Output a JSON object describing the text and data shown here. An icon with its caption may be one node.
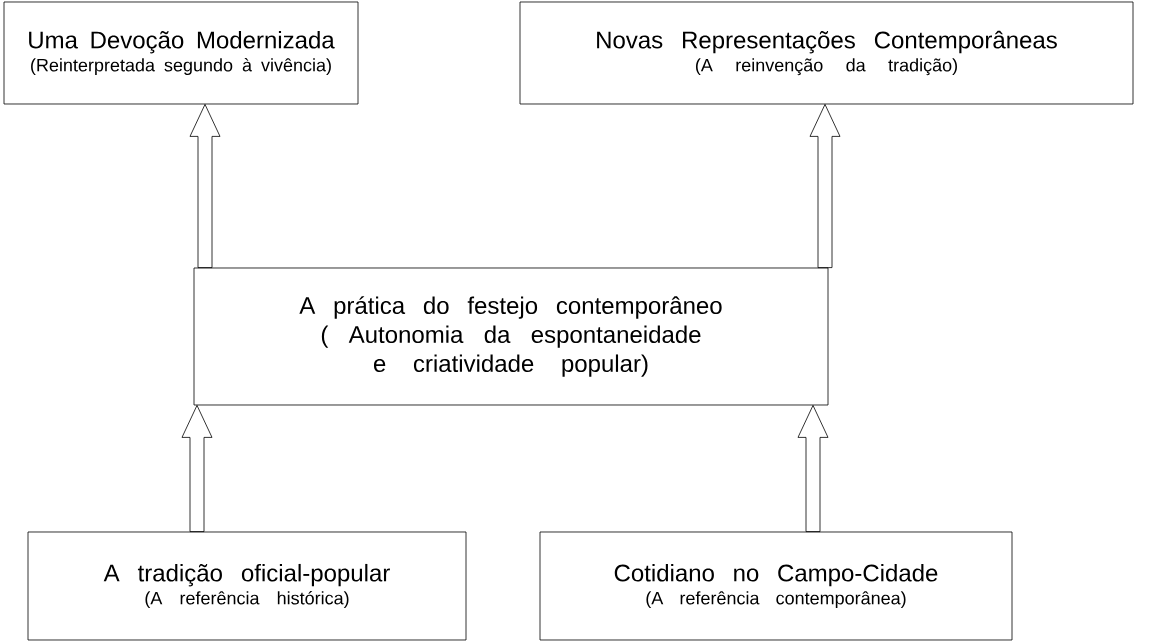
{
  "diagram": {
    "nodes": [
      {
        "text": [
          "Uma Devoção Modernizada",
          "(Reinterpretada segundo à vivência)"
        ]
      },
      {
        "text": [
          "Novas Representações Contemporâneas",
          "(A reinvenção da tradição)"
        ]
      },
      {
        "text": [
          "A prática do festejo contemporâneo",
          "( Autonomia da espontaneidade e criatividade popular)"
        ]
      },
      {
        "text": [
          "A tradição oficial-popular",
          "(A referência histórica)"
        ]
      },
      {
        "text": [
          "Cotidiano no Campo-Cidade",
          "(A referência contemporânea)"
        ]
      }
    ],
    "edges": [
      {
        "from": 3,
        "to": 2,
        "arrow": "to"
      },
      {
        "from": 4,
        "to": 2,
        "arrow": "to"
      },
      {
        "from": 2,
        "to": 0,
        "arrow": "to"
      },
      {
        "from": 2,
        "to": 1,
        "arrow": "to"
      }
    ]
  }
}
